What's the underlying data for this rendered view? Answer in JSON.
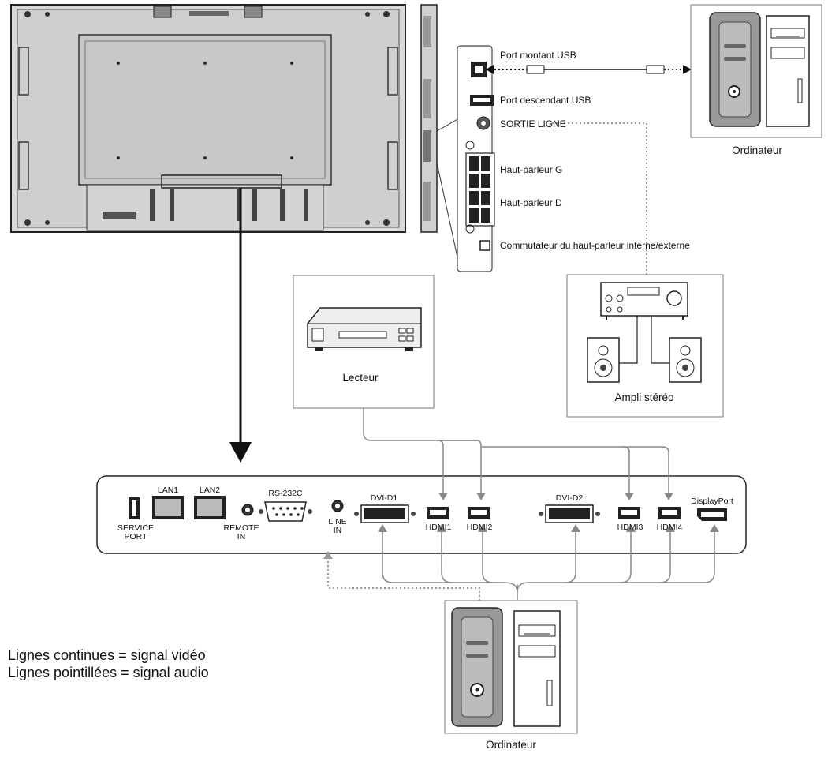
{
  "usb_panel": {
    "usb_up": "Port montant USB",
    "usb_down": "Port descendant USB",
    "line_out": "SORTIE LIGNE",
    "speaker_left": "Haut-parleur G",
    "speaker_right": "Haut-parleur D",
    "speaker_switch": "Commutateur du haut-parleur interne/externe"
  },
  "devices": {
    "computer_top": "Ordinateur",
    "player": "Lecteur",
    "amplifier": "Ampli stéréo",
    "computer_bottom": "Ordinateur"
  },
  "ports": {
    "lan1": "LAN1",
    "lan2": "LAN2",
    "rs232c": "RS-232C",
    "dvi_d1": "DVI-D1",
    "dvi_d2": "DVI-D2",
    "displayport": "DisplayPort",
    "service_port_1": "SERVICE",
    "service_port_2": "PORT",
    "remote_in_1": "REMOTE",
    "remote_in_2": "IN",
    "line_in_1": "LINE",
    "line_in_2": "IN",
    "hdmi1": "HDMI1",
    "hdmi2": "HDMI2",
    "hdmi3": "HDMI3",
    "hdmi4": "HDMI4"
  },
  "legend": {
    "solid": "Lignes continues = signal vidéo",
    "dotted": "Lignes pointillées = signal audio"
  },
  "colors": {
    "video_line": "#888888",
    "audio_line": "#999999",
    "outline": "#333333"
  }
}
